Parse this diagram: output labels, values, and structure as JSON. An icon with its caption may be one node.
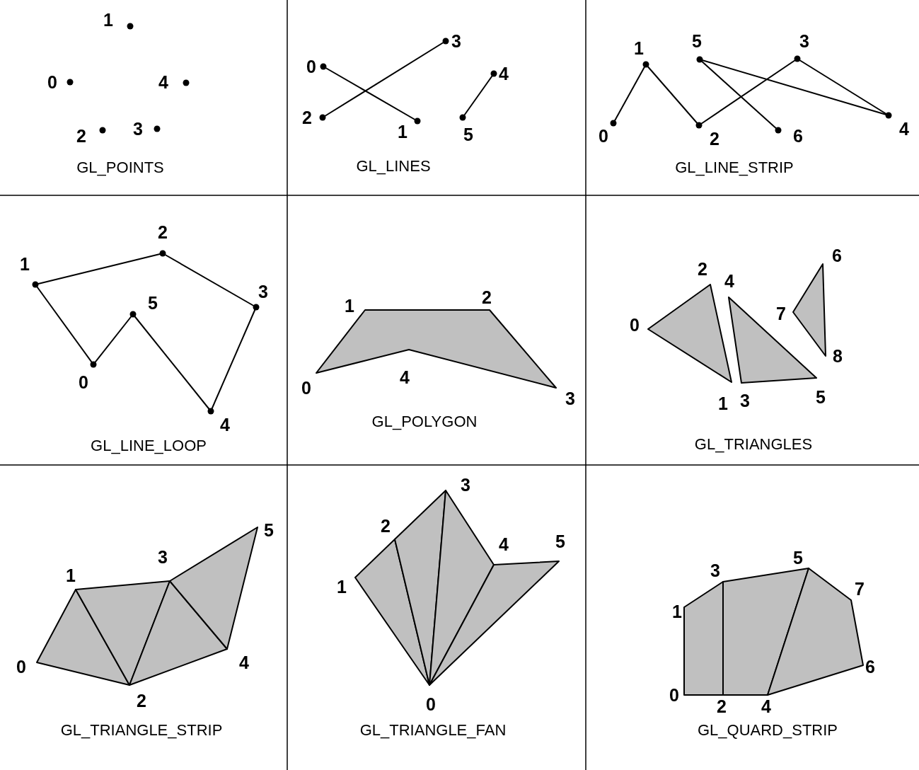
{
  "diagram": {
    "labels": [
      "0",
      "1",
      "2",
      "3",
      "4",
      "GL_POINTS",
      "0",
      "1",
      "2",
      "3",
      "4",
      "5",
      "GL_LINES",
      "0",
      "1",
      "2",
      "3",
      "4",
      "5",
      "6",
      "GL_LINE_STRIP",
      "0",
      "1",
      "2",
      "3",
      "4",
      "5",
      "GL_LINE_LOOP",
      "0",
      "1",
      "2",
      "3",
      "4",
      "GL_POLYGON",
      "0",
      "1",
      "2",
      "3",
      "4",
      "5",
      "6",
      "7",
      "8",
      "GL_TRIANGLES",
      "0",
      "1",
      "2",
      "3",
      "4",
      "5",
      "GL_TRIANGLE_STRIP",
      "0",
      "1",
      "2",
      "3",
      "4",
      "5",
      "GL_TRIANGLE_FAN",
      "0",
      "1",
      "2",
      "3",
      "4",
      "5",
      "6",
      "7",
      "GL_QUARD_STRIP"
    ]
  }
}
